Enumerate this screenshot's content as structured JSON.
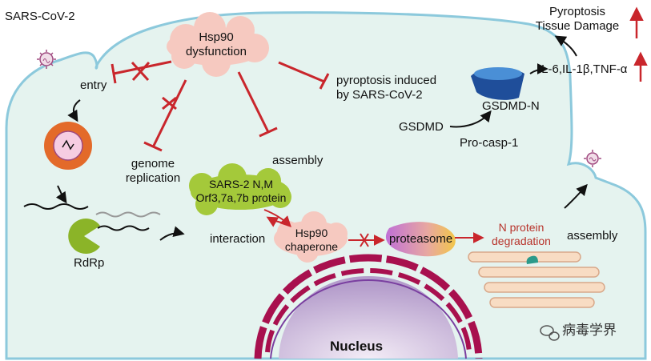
{
  "virus_label": "SARS-CoV-2",
  "hsp90_dysfunction": "Hsp90\ndysfunction",
  "entry": "entry",
  "genome_replication": "genome\nreplication",
  "rdrp": "RdRp",
  "assembly_top": "assembly",
  "sars2_proteins": "SARS-2 N,M\nOrf3,7a,7b protein",
  "interaction": "interaction",
  "hsp90_chaperone": "Hsp90\nchaperone",
  "proteasome": "proteasome",
  "n_protein_degradation": "N protein\ndegradation",
  "assembly_right": "assembly",
  "pyroptosis_induced": "pyroptosis induced\nby SARS-CoV-2",
  "gsdmd": "GSDMD",
  "gsdmd_n": "GSDMD-N",
  "pro_casp1": "Pro-casp-1",
  "cytokines": "IL-6,IL-1β,TNF-α",
  "pyroptosis_tissue": "Pyroptosis\nTissue Damage",
  "nucleus": "Nucleus",
  "watermark": "病毒学界",
  "colors": {
    "cell_fill": "#e5f3ef",
    "membrane": "#8cc9dc",
    "inhibit": "#c9262c",
    "hsp90_cloud": "#f6c9c0",
    "proteins_blob": "#a4c93a",
    "nucleus_fill": "#c5afd6",
    "er": "#a8104e",
    "golgi": "#f8dcc3",
    "endosome": "#e36a2a",
    "rdrp": "#8bb428",
    "gsdmd_pore": "#1f4e9a"
  },
  "icons": [
    "virion-icon",
    "endosome-icon",
    "rdrp-pacman-icon",
    "gsdmd-pore-icon",
    "golgi-icon",
    "wechat-logo-icon"
  ]
}
